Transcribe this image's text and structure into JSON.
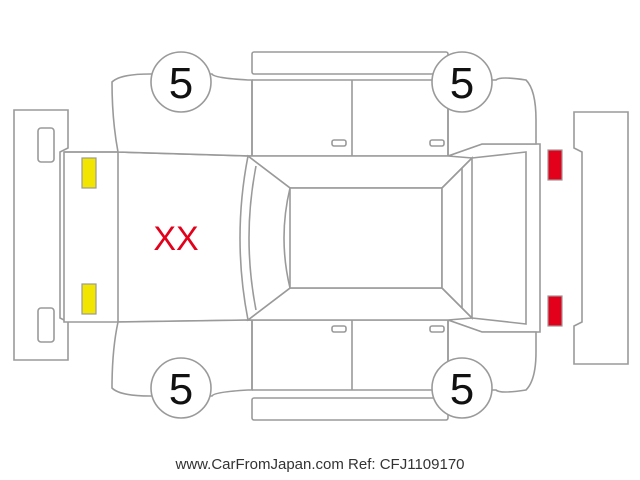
{
  "colors": {
    "outline": "#9a9a9a",
    "front_lights": "#f2e600",
    "rear_lights": "#e3001b",
    "damage_mark": "#e3001b",
    "text": "#111111"
  },
  "tires": {
    "front_left": "5",
    "rear_left": "5",
    "front_right": "5",
    "rear_right": "5"
  },
  "hood_mark": "XX",
  "footer": {
    "site": "www.CarFromJapan.com",
    "ref": "Ref: CFJ1109170"
  }
}
